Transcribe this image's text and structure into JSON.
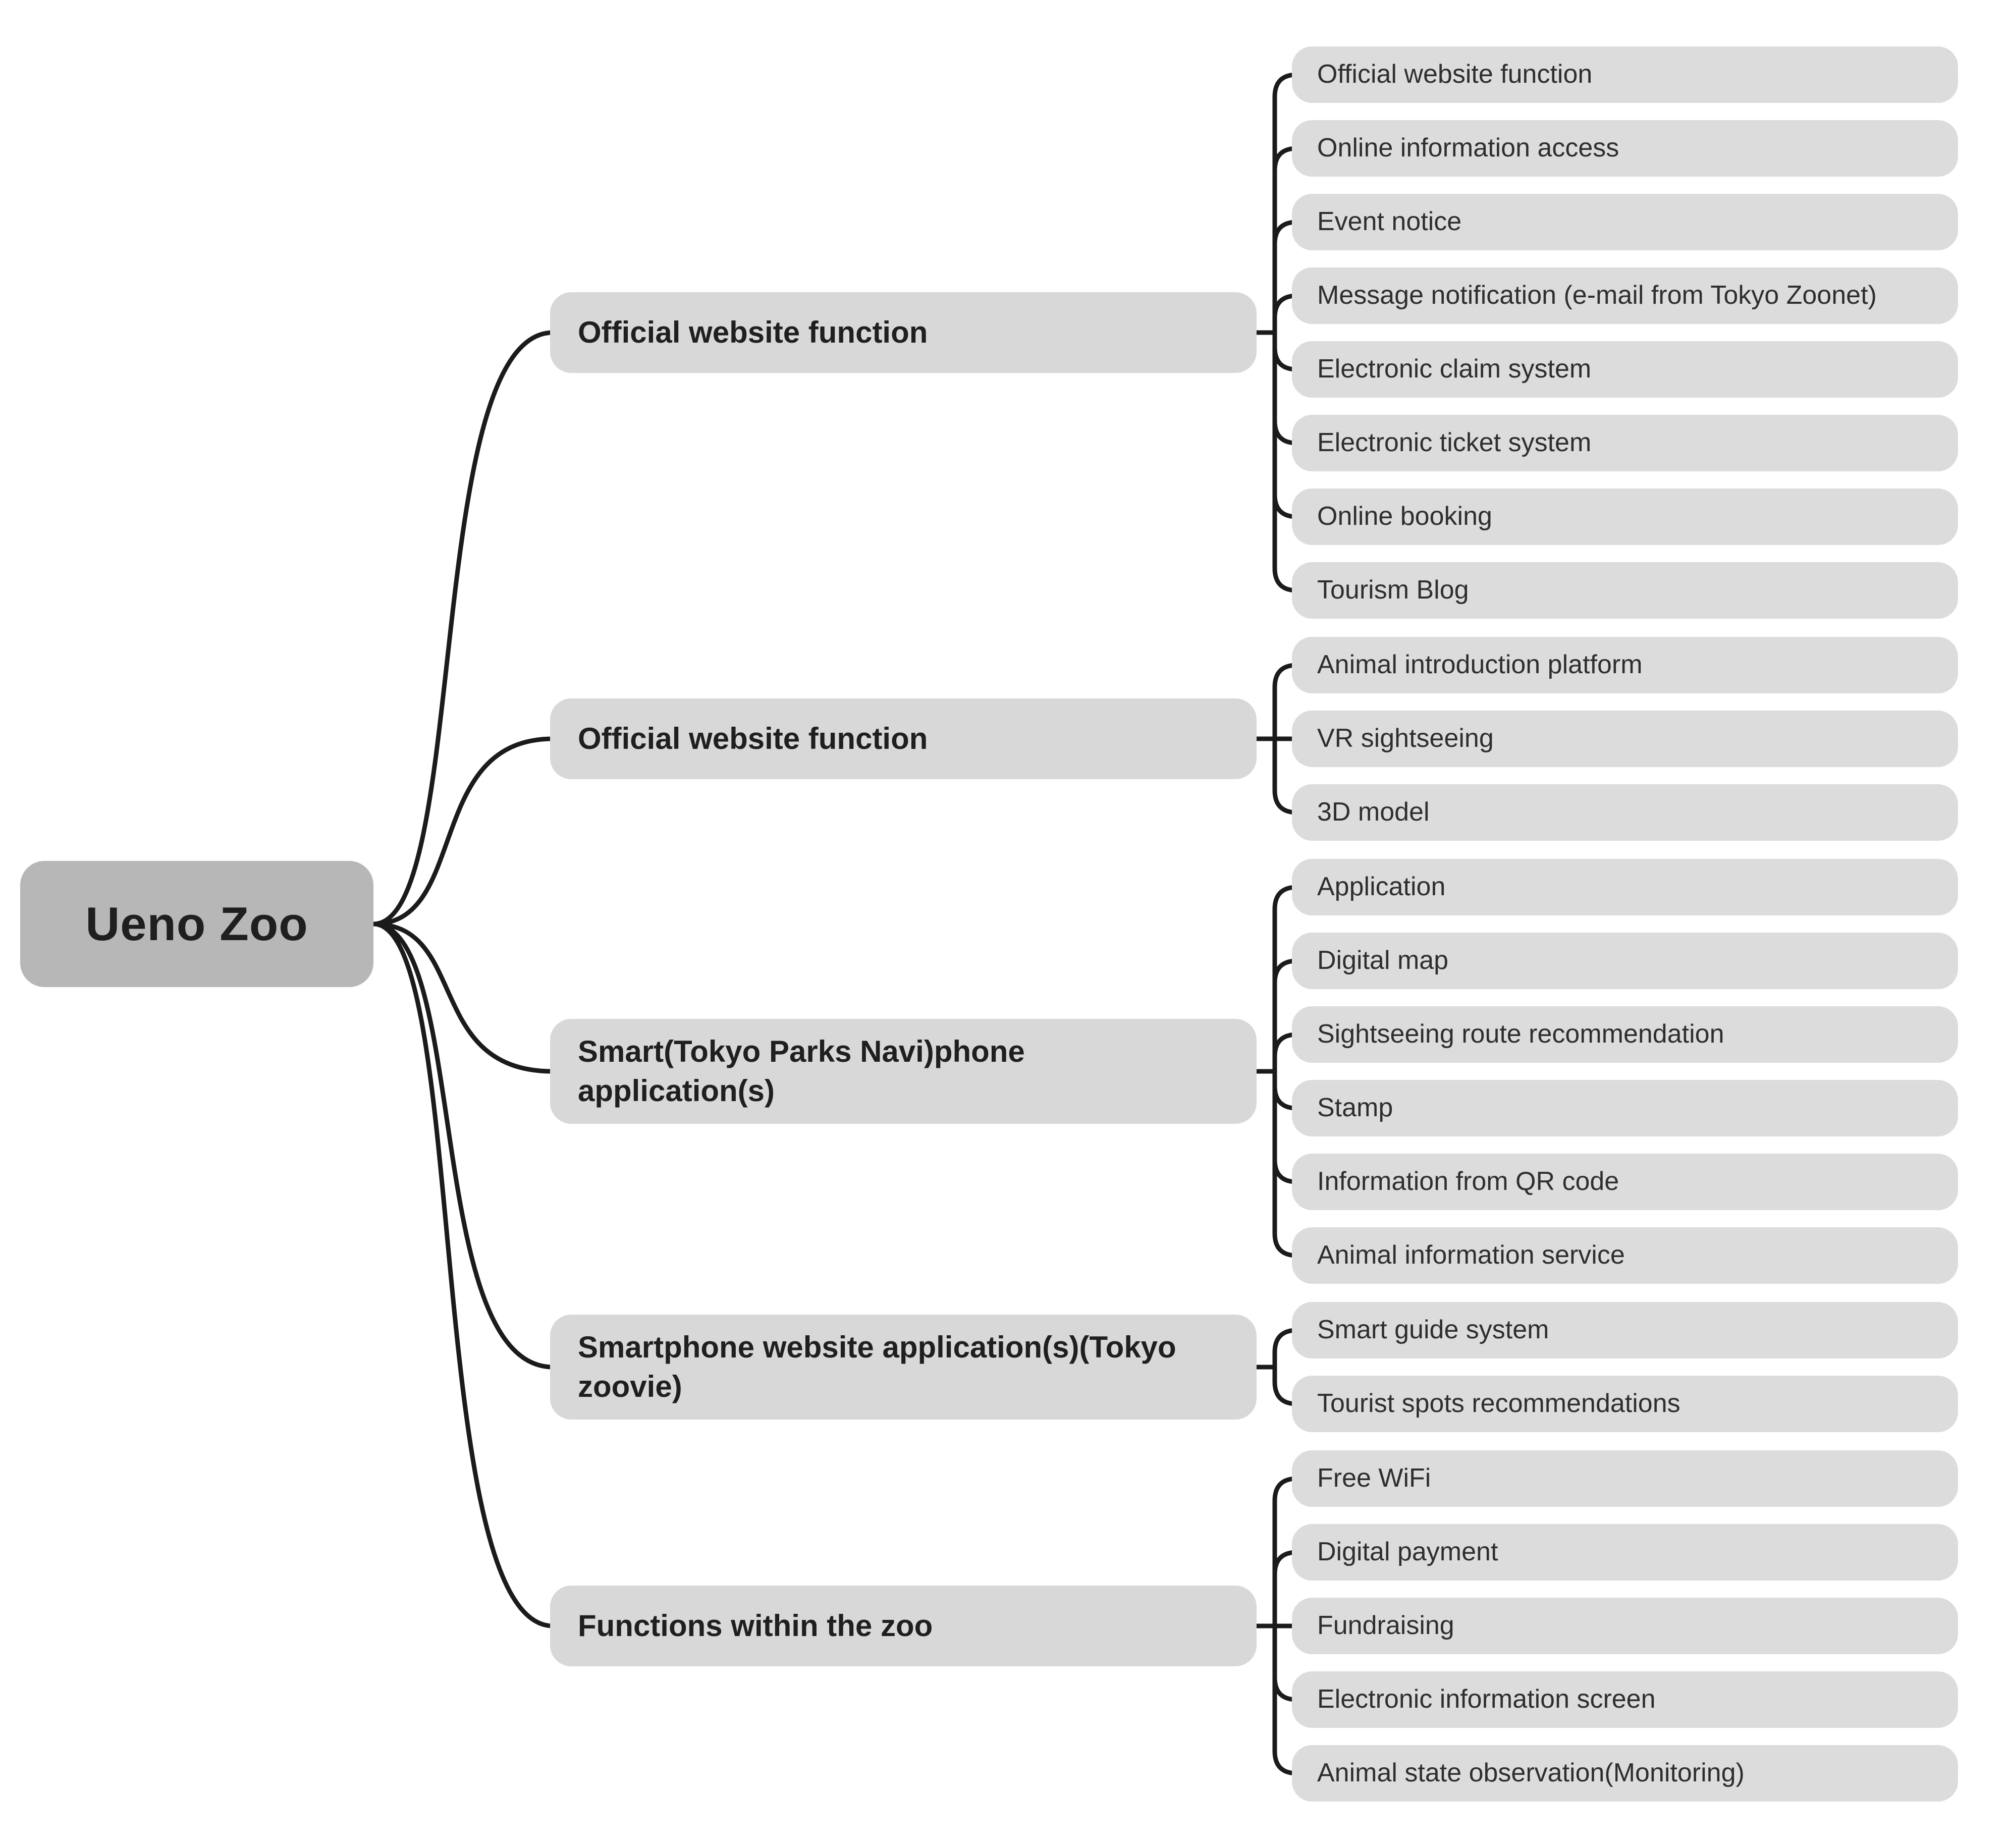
{
  "root": {
    "label": "Ueno Zoo"
  },
  "branches": [
    {
      "label": "Official website function",
      "children": [
        "Official website function",
        "Online information access",
        "Event notice",
        "Message notification (e-mail from Tokyo Zoonet)",
        "Electronic claim system",
        "Electronic ticket system",
        "Online booking",
        "Tourism Blog"
      ]
    },
    {
      "label": "Official website function",
      "children": [
        "Animal introduction platform",
        "VR sightseeing",
        "3D model"
      ]
    },
    {
      "label": "Smart(Tokyo Parks Navi)phone application(s)",
      "children": [
        "Application",
        "Digital map",
        "Sightseeing route recommendation",
        "Stamp",
        "Information from QR code",
        "Animal information service"
      ]
    },
    {
      "label": "Smartphone website application(s)(Tokyo zoovie)",
      "children": [
        "Smart guide system",
        "Tourist spots recommendations"
      ]
    },
    {
      "label": "Functions within the zoo",
      "children": [
        "Free WiFi",
        "Digital payment",
        "Fundraising",
        "Electronic information screen",
        "Animal state observation(Monitoring)"
      ]
    }
  ],
  "colors": {
    "root_bg": "#b7b7b7",
    "branch_bg": "#d8d8d8",
    "leaf_bg": "#dcdcdc",
    "line": "#1b1b1b",
    "text": "#1f1f1f"
  }
}
